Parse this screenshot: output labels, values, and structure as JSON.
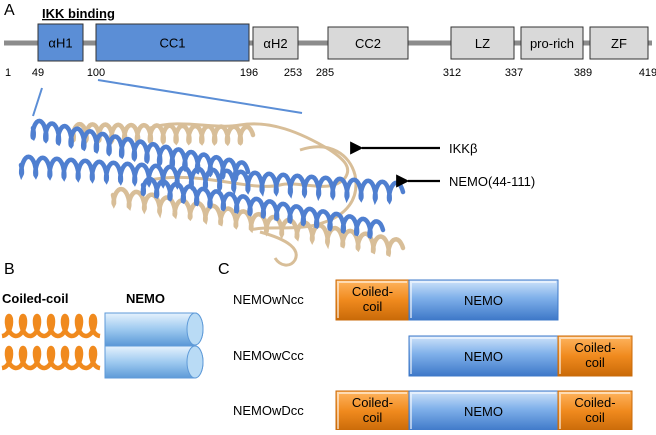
{
  "panel_a": {
    "label": "A",
    "region_label": "IKK binding",
    "domains": [
      {
        "label": "αH1",
        "color": "#5b8ed6"
      },
      {
        "label": "CC1",
        "color": "#5b8ed6"
      },
      {
        "label": "αH2",
        "color": "#d9d9d9"
      },
      {
        "label": "CC2",
        "color": "#d9d9d9"
      },
      {
        "label": "LZ",
        "color": "#d9d9d9"
      },
      {
        "label": "pro-rich",
        "color": "#d9d9d9"
      },
      {
        "label": "ZF",
        "color": "#d9d9d9"
      }
    ],
    "positions": [
      "1",
      "49",
      "100",
      "196",
      "253",
      "285",
      "312",
      "337",
      "389",
      "419"
    ],
    "structure_labels": {
      "ikkb": "IKKβ",
      "nemo": "NEMO(44-111)"
    },
    "colors": {
      "backbone": "#8c8c8c",
      "helix_blue": "#4f7fd0",
      "helix_tan": "#d8be98"
    }
  },
  "panel_b": {
    "label": "B",
    "coiled_coil_label": "Coiled-coil",
    "nemo_label": "NEMO",
    "colors": {
      "coil": "#f08a1e",
      "cylinder": "#8ec1ee"
    }
  },
  "panel_c": {
    "label": "C",
    "constructs": [
      {
        "name": "NEMOwNcc",
        "segments": [
          "Coiled-\ncoil",
          "NEMO"
        ]
      },
      {
        "name": "NEMOwCcc",
        "segments": [
          "NEMO",
          "Coiled-\ncoil"
        ]
      },
      {
        "name": "NEMOwDcc",
        "segments": [
          "Coiled-\ncoil",
          "NEMO",
          "Coiled-\ncoil"
        ]
      }
    ],
    "colors": {
      "coiled": "#f08a1e",
      "nemo": "#7fb0ea"
    }
  }
}
